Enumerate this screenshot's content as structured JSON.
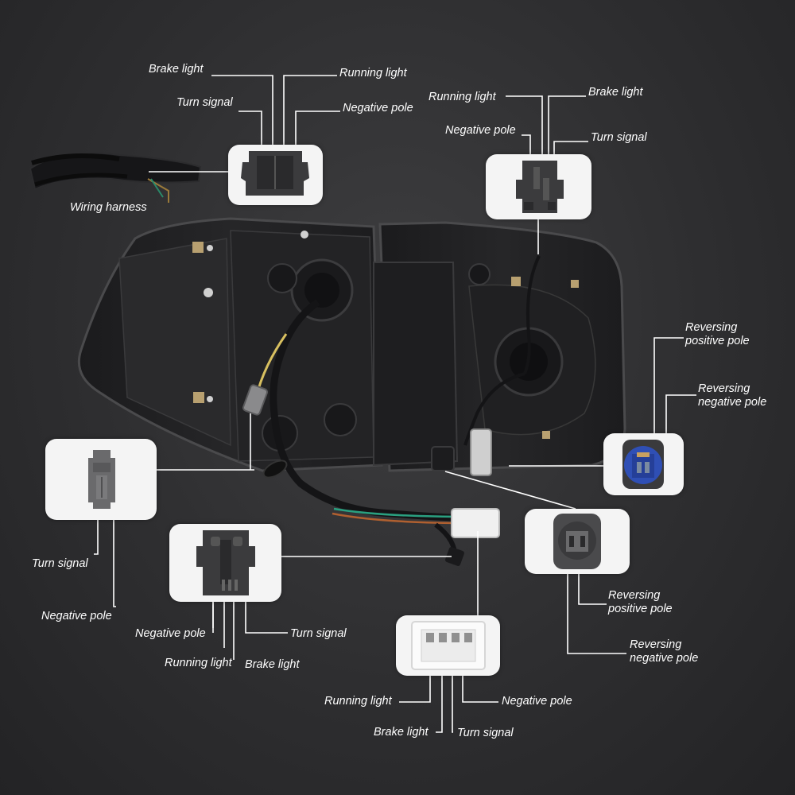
{
  "colors": {
    "background": "#2e2e30",
    "label_text": "#ffffff",
    "leader_line": "#ffffff",
    "callout_box": "#f4f4f4",
    "connector_dark": "#3b3b3d",
    "connector_gray": "#6a6a6c",
    "connector_blue": "#2f4fb5",
    "connector_white": "#f2f2f2"
  },
  "labels": {
    "wiring_harness": "Wiring harness",
    "top_left": {
      "brake_light": "Brake light",
      "running_light": "Running light",
      "turn_signal": "Turn signal",
      "negative_pole": "Negative pole"
    },
    "top_right": {
      "running_light": "Running light",
      "brake_light": "Brake light",
      "negative_pole": "Negative pole",
      "turn_signal": "Turn signal"
    },
    "reversing_top": {
      "positive": "Reversing\npositive pole",
      "negative": "Reversing\nnegative pole"
    },
    "left_connector": {
      "turn_signal": "Turn signal",
      "negative_pole": "Negative pole"
    },
    "bottom_left": {
      "negative_pole": "Negative pole",
      "turn_signal": "Turn signal",
      "running_light": "Running light",
      "brake_light": "Brake light"
    },
    "reversing_bottom": {
      "positive": "Reversing\npositive pole",
      "negative": "Reversing\nnegative pole"
    },
    "bottom_center": {
      "running_light": "Running light",
      "negative_pole": "Negative pole",
      "brake_light": "Brake light",
      "turn_signal": "Turn signal"
    }
  }
}
